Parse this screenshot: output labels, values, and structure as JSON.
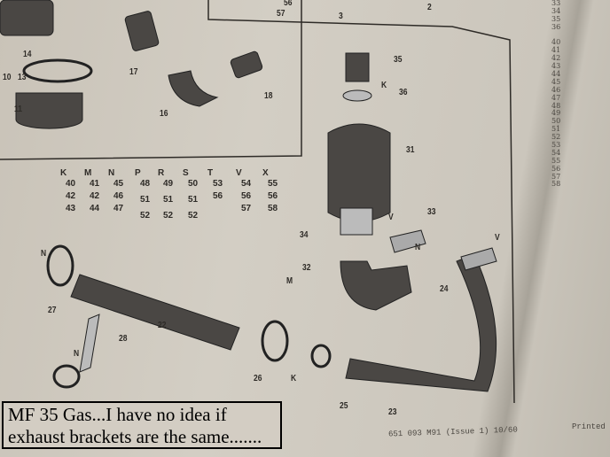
{
  "caption": {
    "line1": "MF 35 Gas...I have no idea if",
    "line2": "exhaust brackets are the same......."
  },
  "footer": "651 093 M91 (Issue 1) 10/60",
  "printed": "Printed",
  "index_column": [
    "33",
    "34",
    "35",
    "36",
    "",
    "40",
    "41",
    "42",
    "43",
    "44",
    "45",
    "46",
    "47",
    "48",
    "49",
    "50",
    "51",
    "52",
    "53",
    "54",
    "55",
    "56",
    "57",
    "58"
  ],
  "part_labels": [
    "14",
    "13",
    "10",
    "11",
    "17",
    "16",
    "18",
    "56",
    "57",
    "3",
    "2",
    "35",
    "K",
    "36",
    "31",
    "33",
    "V",
    "N",
    "34",
    "32",
    "24",
    "V",
    "N",
    "27",
    "22",
    "28",
    "M",
    "26",
    "25",
    "23",
    "K",
    "N"
  ],
  "hardware": [
    {
      "letter": "K",
      "nums": [
        "40",
        "42",
        "43"
      ]
    },
    {
      "letter": "M",
      "nums": [
        "41",
        "42",
        "44"
      ]
    },
    {
      "letter": "N",
      "nums": [
        "45",
        "46",
        "47"
      ]
    },
    {
      "letter": "P",
      "nums": [
        "48",
        "51",
        "52"
      ]
    },
    {
      "letter": "R",
      "nums": [
        "49",
        "51",
        "52"
      ]
    },
    {
      "letter": "S",
      "nums": [
        "50",
        "51",
        "52"
      ]
    },
    {
      "letter": "T",
      "nums": [
        "53",
        "56"
      ]
    },
    {
      "letter": "V",
      "nums": [
        "54",
        "56",
        "57"
      ]
    },
    {
      "letter": "X",
      "nums": [
        "55",
        "56",
        "58"
      ]
    }
  ],
  "colors": {
    "paper": "#d3cec4",
    "ink": "#2e2b27",
    "part": "#4a4744"
  }
}
